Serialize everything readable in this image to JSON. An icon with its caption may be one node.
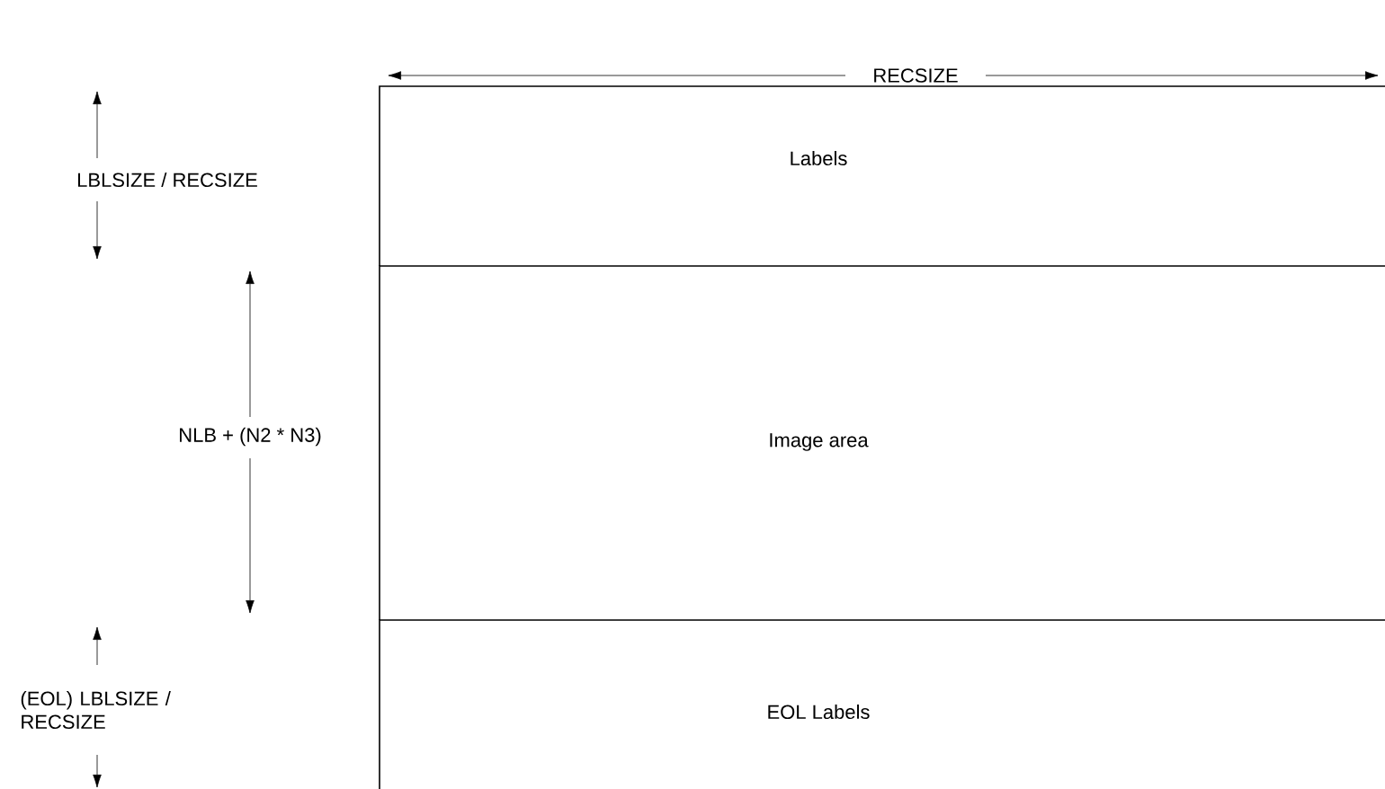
{
  "diagram": {
    "nodes": [
      {
        "text": [
          "Labels"
        ]
      },
      {
        "text": [
          "Image area"
        ]
      },
      {
        "text": [
          "EOL Labels"
        ]
      }
    ],
    "labels": [
      "RECSIZE",
      "LBLSIZE / RECSIZE",
      "NLB + (N2 * N3)",
      "(EOL) LBLSIZE / RECSIZE"
    ]
  }
}
